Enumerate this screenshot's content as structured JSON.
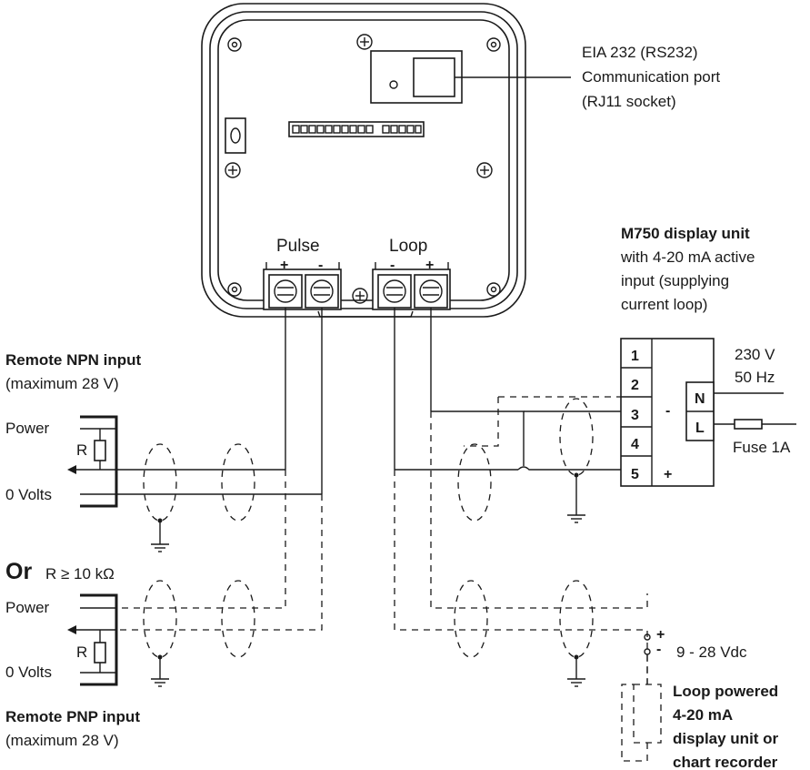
{
  "rs232_label": {
    "line1": "EIA 232 (RS232)",
    "line2": "Communication port",
    "line3": "(RJ11 socket)"
  },
  "terminals": {
    "pulse_label": "Pulse",
    "loop_label": "Loop",
    "pulse_plus": "+",
    "pulse_minus": "-",
    "loop_minus": "-",
    "loop_plus": "+"
  },
  "m750": {
    "title": "M750 display unit",
    "desc1": "with 4-20 mA active",
    "desc2": "input (supplying",
    "desc3": "current loop)",
    "terminals": [
      "1",
      "2",
      "3",
      "4",
      "5"
    ],
    "minus": "-",
    "plus": "+",
    "n": "N",
    "l": "L",
    "voltage": "230 V",
    "freq": "50 Hz",
    "fuse": "Fuse 1A"
  },
  "npn": {
    "title": "Remote NPN input",
    "note": "(maximum 28 V)",
    "power": "Power",
    "r": "R",
    "zero_volts": "0 Volts"
  },
  "or_text": {
    "or": "Or",
    "r_condition": "R ≥ 10 kΩ"
  },
  "pnp": {
    "title": "Remote PNP input",
    "note": "(maximum 28 V)",
    "power": "Power",
    "r": "R",
    "zero_volts": "0 Volts"
  },
  "loop_supply": {
    "plus": "+",
    "minus": "-",
    "voltage": "9 - 28 Vdc"
  },
  "loop_display": {
    "line1": "Loop powered",
    "line2": "4-20 mA",
    "line3": "display unit or",
    "line4": "chart recorder"
  }
}
